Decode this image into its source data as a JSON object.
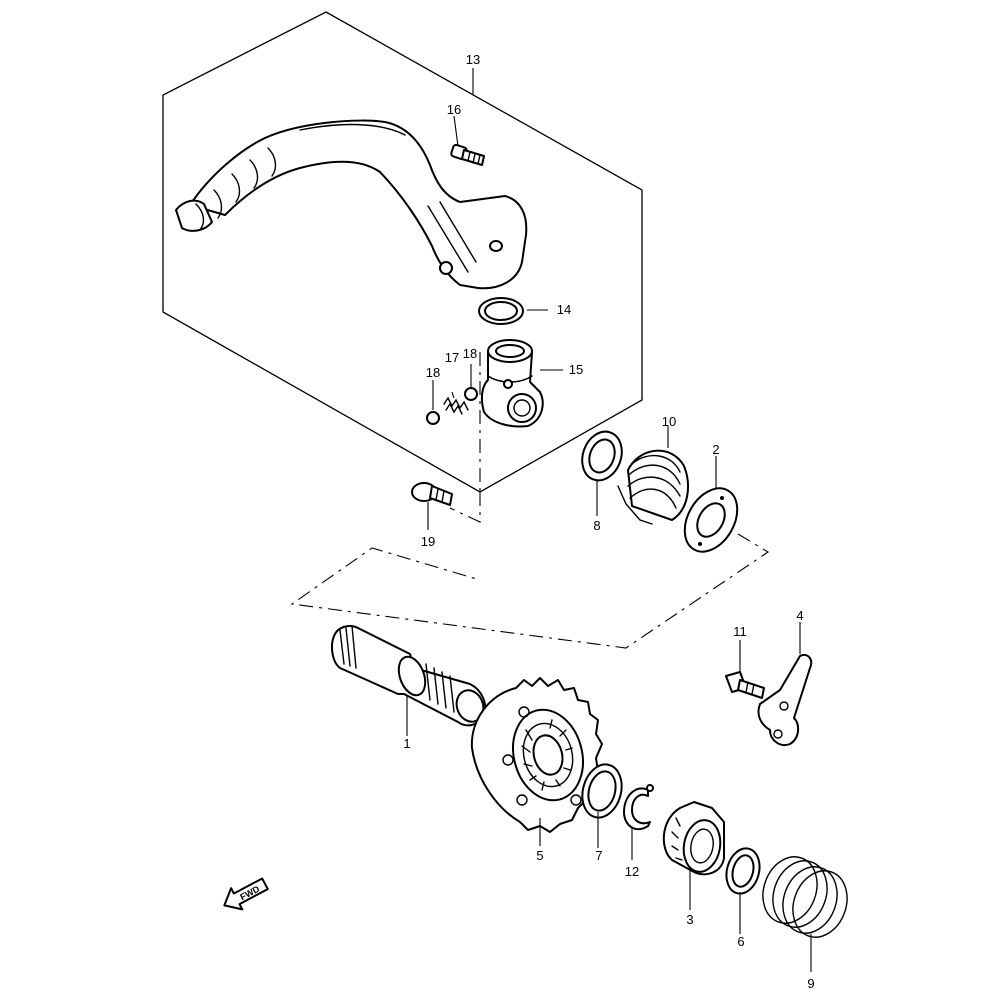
{
  "callouts": {
    "c1": "1",
    "c2": "2",
    "c3": "3",
    "c4": "4",
    "c5": "5",
    "c6": "6",
    "c7": "7",
    "c8": "8",
    "c9": "9",
    "c10": "10",
    "c11": "11",
    "c12": "12",
    "c13": "13",
    "c14": "14",
    "c15": "15",
    "c16": "16",
    "c17": "17",
    "c18a": "18",
    "c18b": "18",
    "c19": "19"
  },
  "fwd": {
    "label": "FWD",
    "icon": "fwd-arrow-icon"
  },
  "colors": {
    "line": "#000000",
    "background": "#ffffff"
  }
}
